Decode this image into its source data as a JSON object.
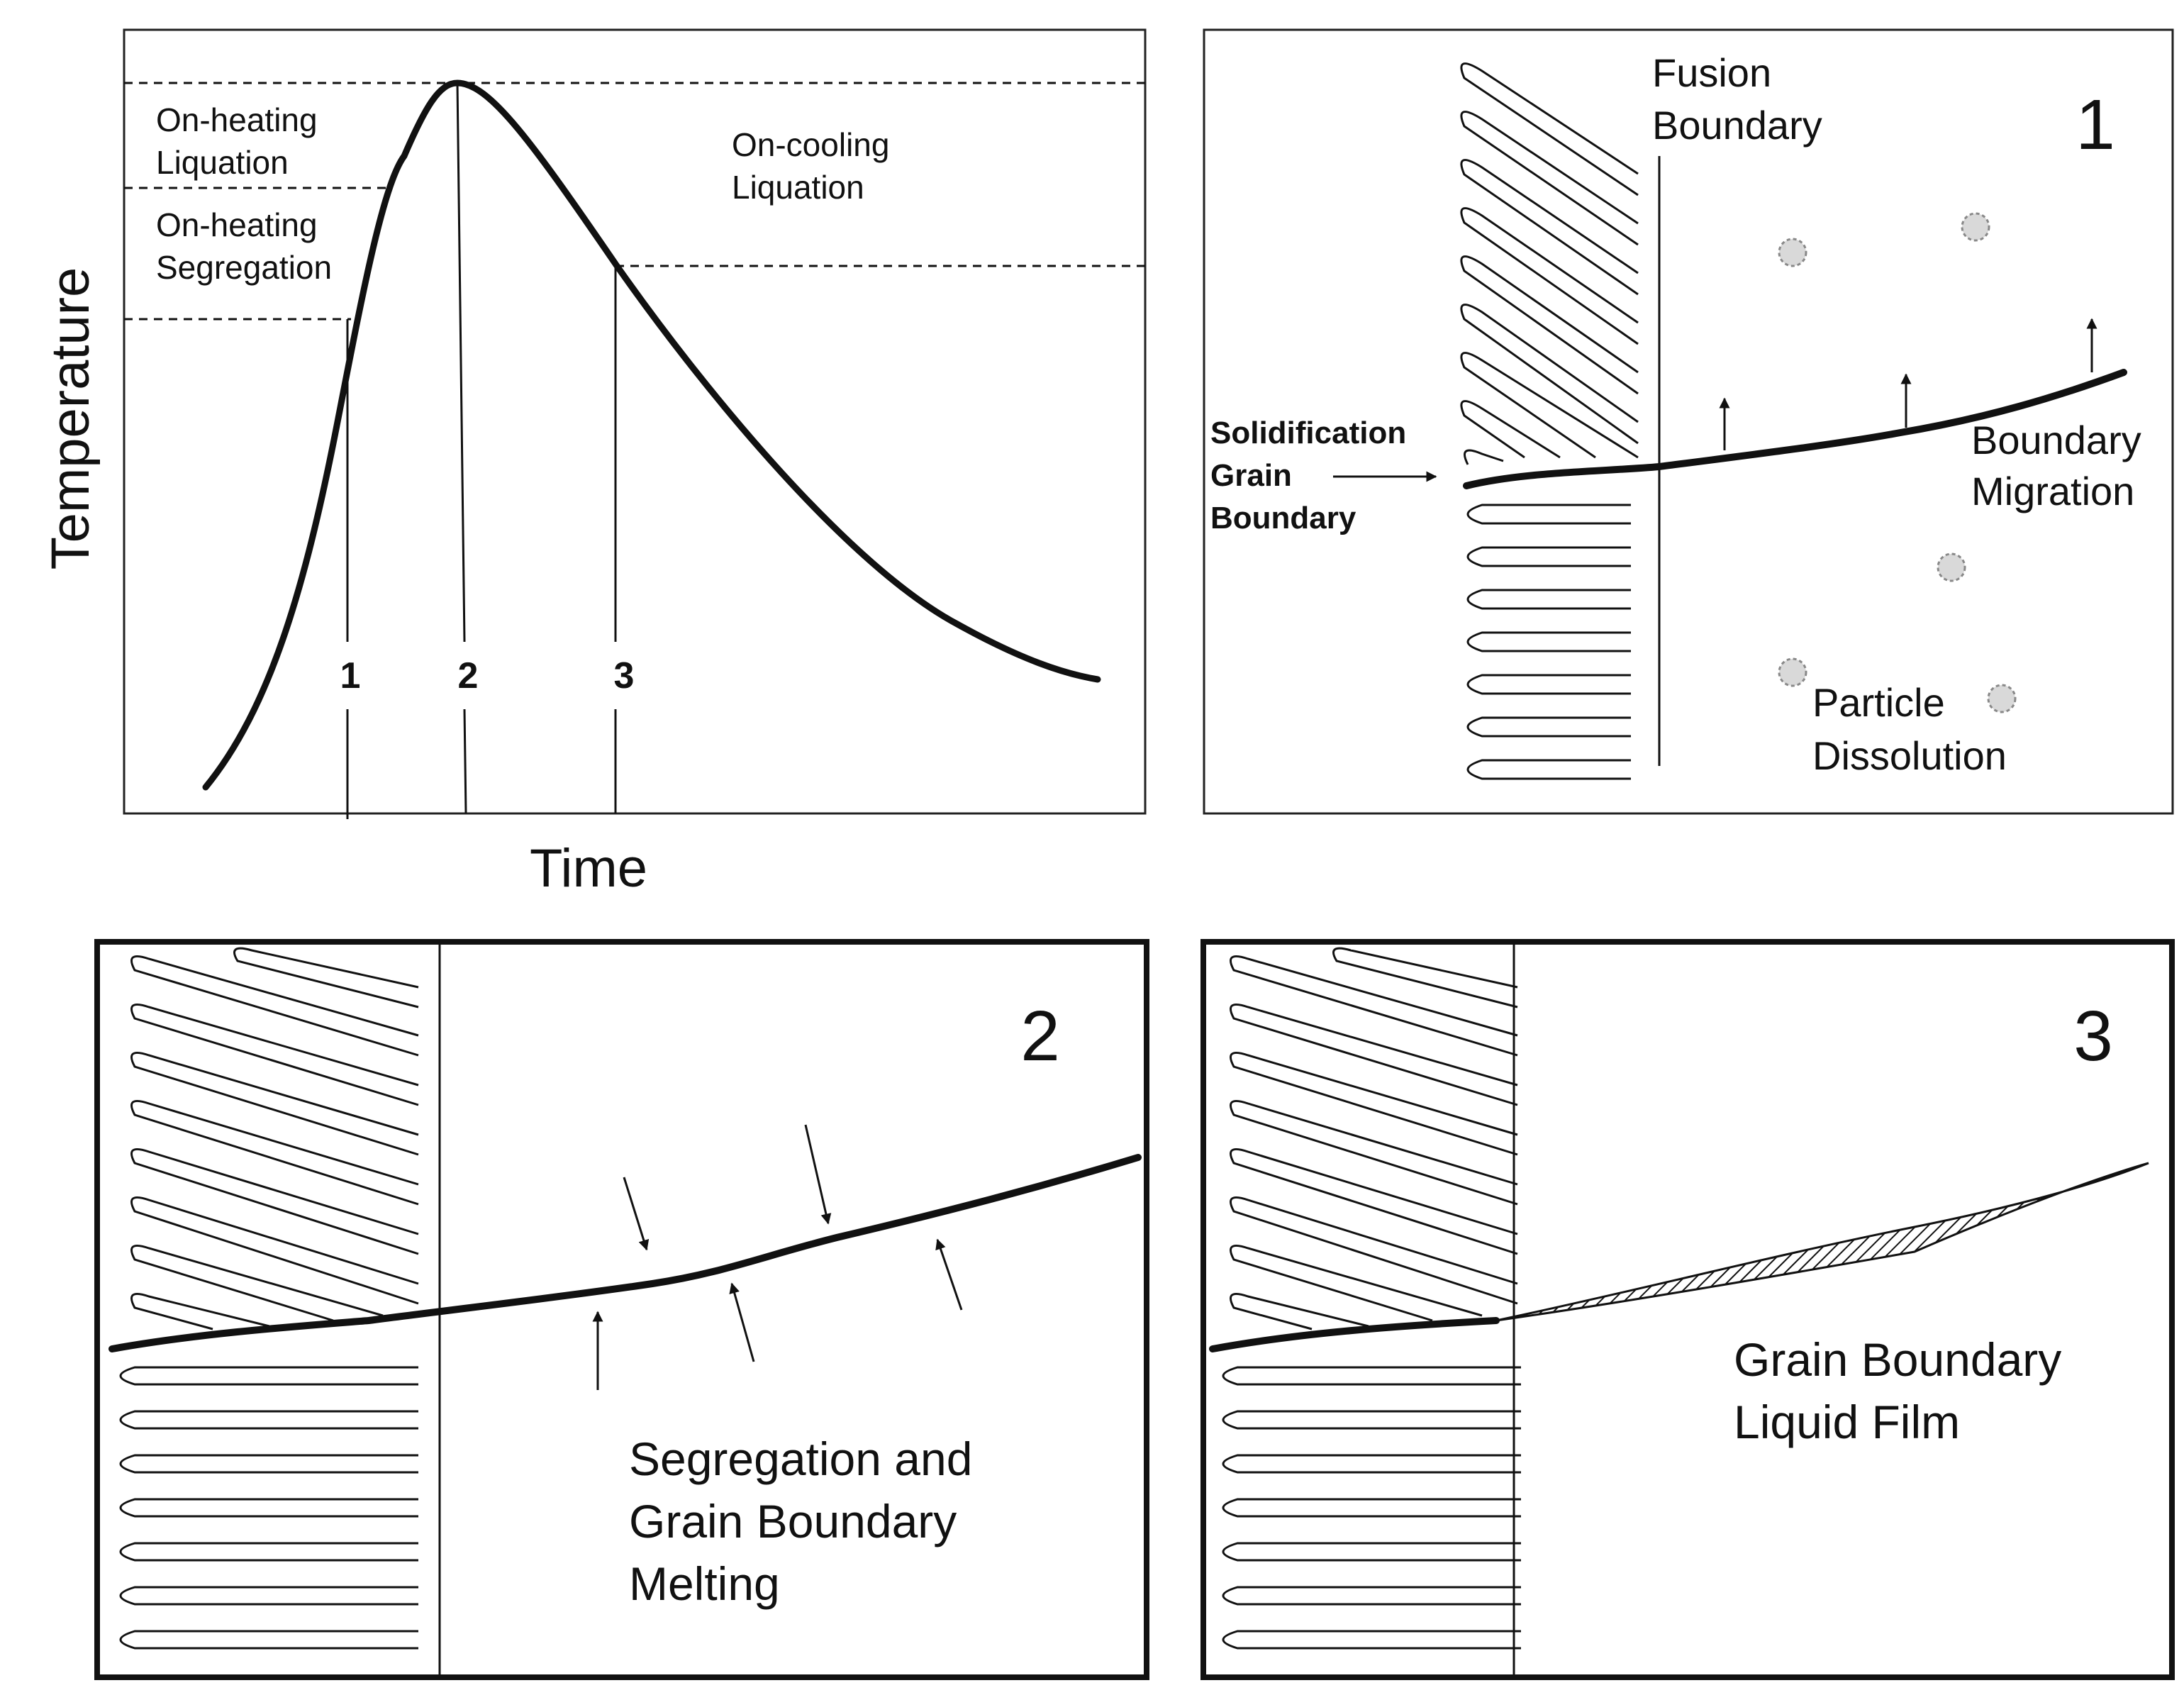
{
  "graph": {
    "y_axis_title": "Temperature",
    "x_axis_title": "Time",
    "zone_labels": {
      "on_heating_liquation": [
        "On-heating",
        "Liquation"
      ],
      "on_heating_segregation": [
        "On-heating",
        "Segregation"
      ],
      "on_cooling_liquation": [
        "On-cooling",
        "Liquation"
      ]
    },
    "markers": [
      "1",
      "2",
      "3"
    ]
  },
  "panel1": {
    "number": "1",
    "fusion_boundary": [
      "Fusion",
      "Boundary"
    ],
    "solidification_grain_boundary": [
      "Solidification",
      "Grain",
      "Boundary"
    ],
    "boundary_migration": [
      "Boundary",
      "Migration"
    ],
    "particle_dissolution": [
      "Particle",
      "Dissolution"
    ]
  },
  "panel2": {
    "number": "2",
    "caption": [
      "Segregation and",
      "Grain Boundary",
      "Melting"
    ]
  },
  "panel3": {
    "number": "3",
    "caption": [
      "Grain Boundary",
      "Liquid Film"
    ]
  },
  "colors": {
    "ink": "#111111",
    "particle_fill": "#d9d9d9",
    "background": "#ffffff"
  }
}
